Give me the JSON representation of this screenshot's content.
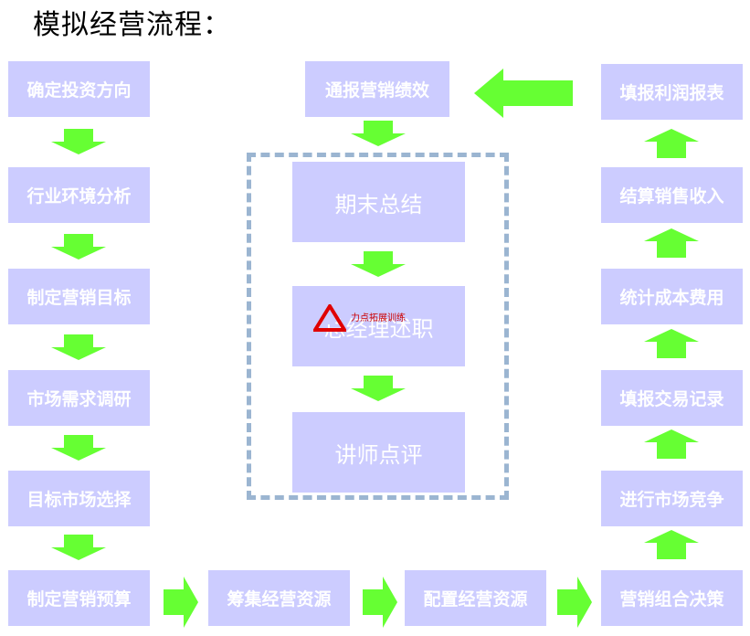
{
  "title": "模拟经营流程：",
  "left_column": [
    "确定投资方向",
    "行业环境分析",
    "制定营销目标",
    "市场需求调研",
    "目标市场选择",
    "制定营销预算"
  ],
  "bottom_row": [
    "筹集经营资源",
    "配置经营资源",
    "营销组合决策"
  ],
  "right_column": [
    "进行市场竞争",
    "填报交易记录",
    "统计成本费用",
    "结算销售收入",
    "填报利润报表"
  ],
  "top_center": "通报营销绩效",
  "center_column": [
    "期末总结",
    "总经理述职",
    "讲师点评"
  ],
  "watermark": "力点拓展训练",
  "colors": {
    "box": "#ccccff",
    "arrow": "#66ff33",
    "dashed": "#9bb5d1",
    "text": "#ffffff"
  }
}
